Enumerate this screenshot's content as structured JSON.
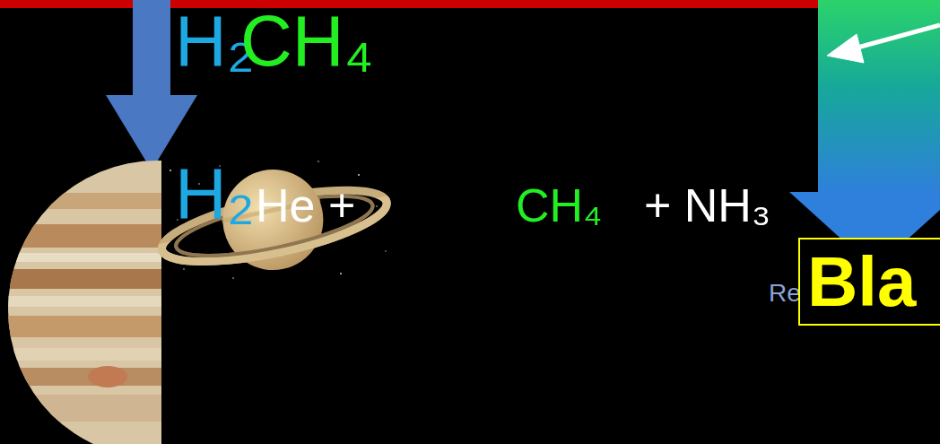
{
  "diagram": {
    "nodes": [
      {
        "text": [
          "Bla"
        ]
      }
    ],
    "labels": [
      "H₂",
      "CH₄",
      "H₂",
      "He +",
      "CH₄",
      "+ NH₃",
      "Re"
    ]
  }
}
